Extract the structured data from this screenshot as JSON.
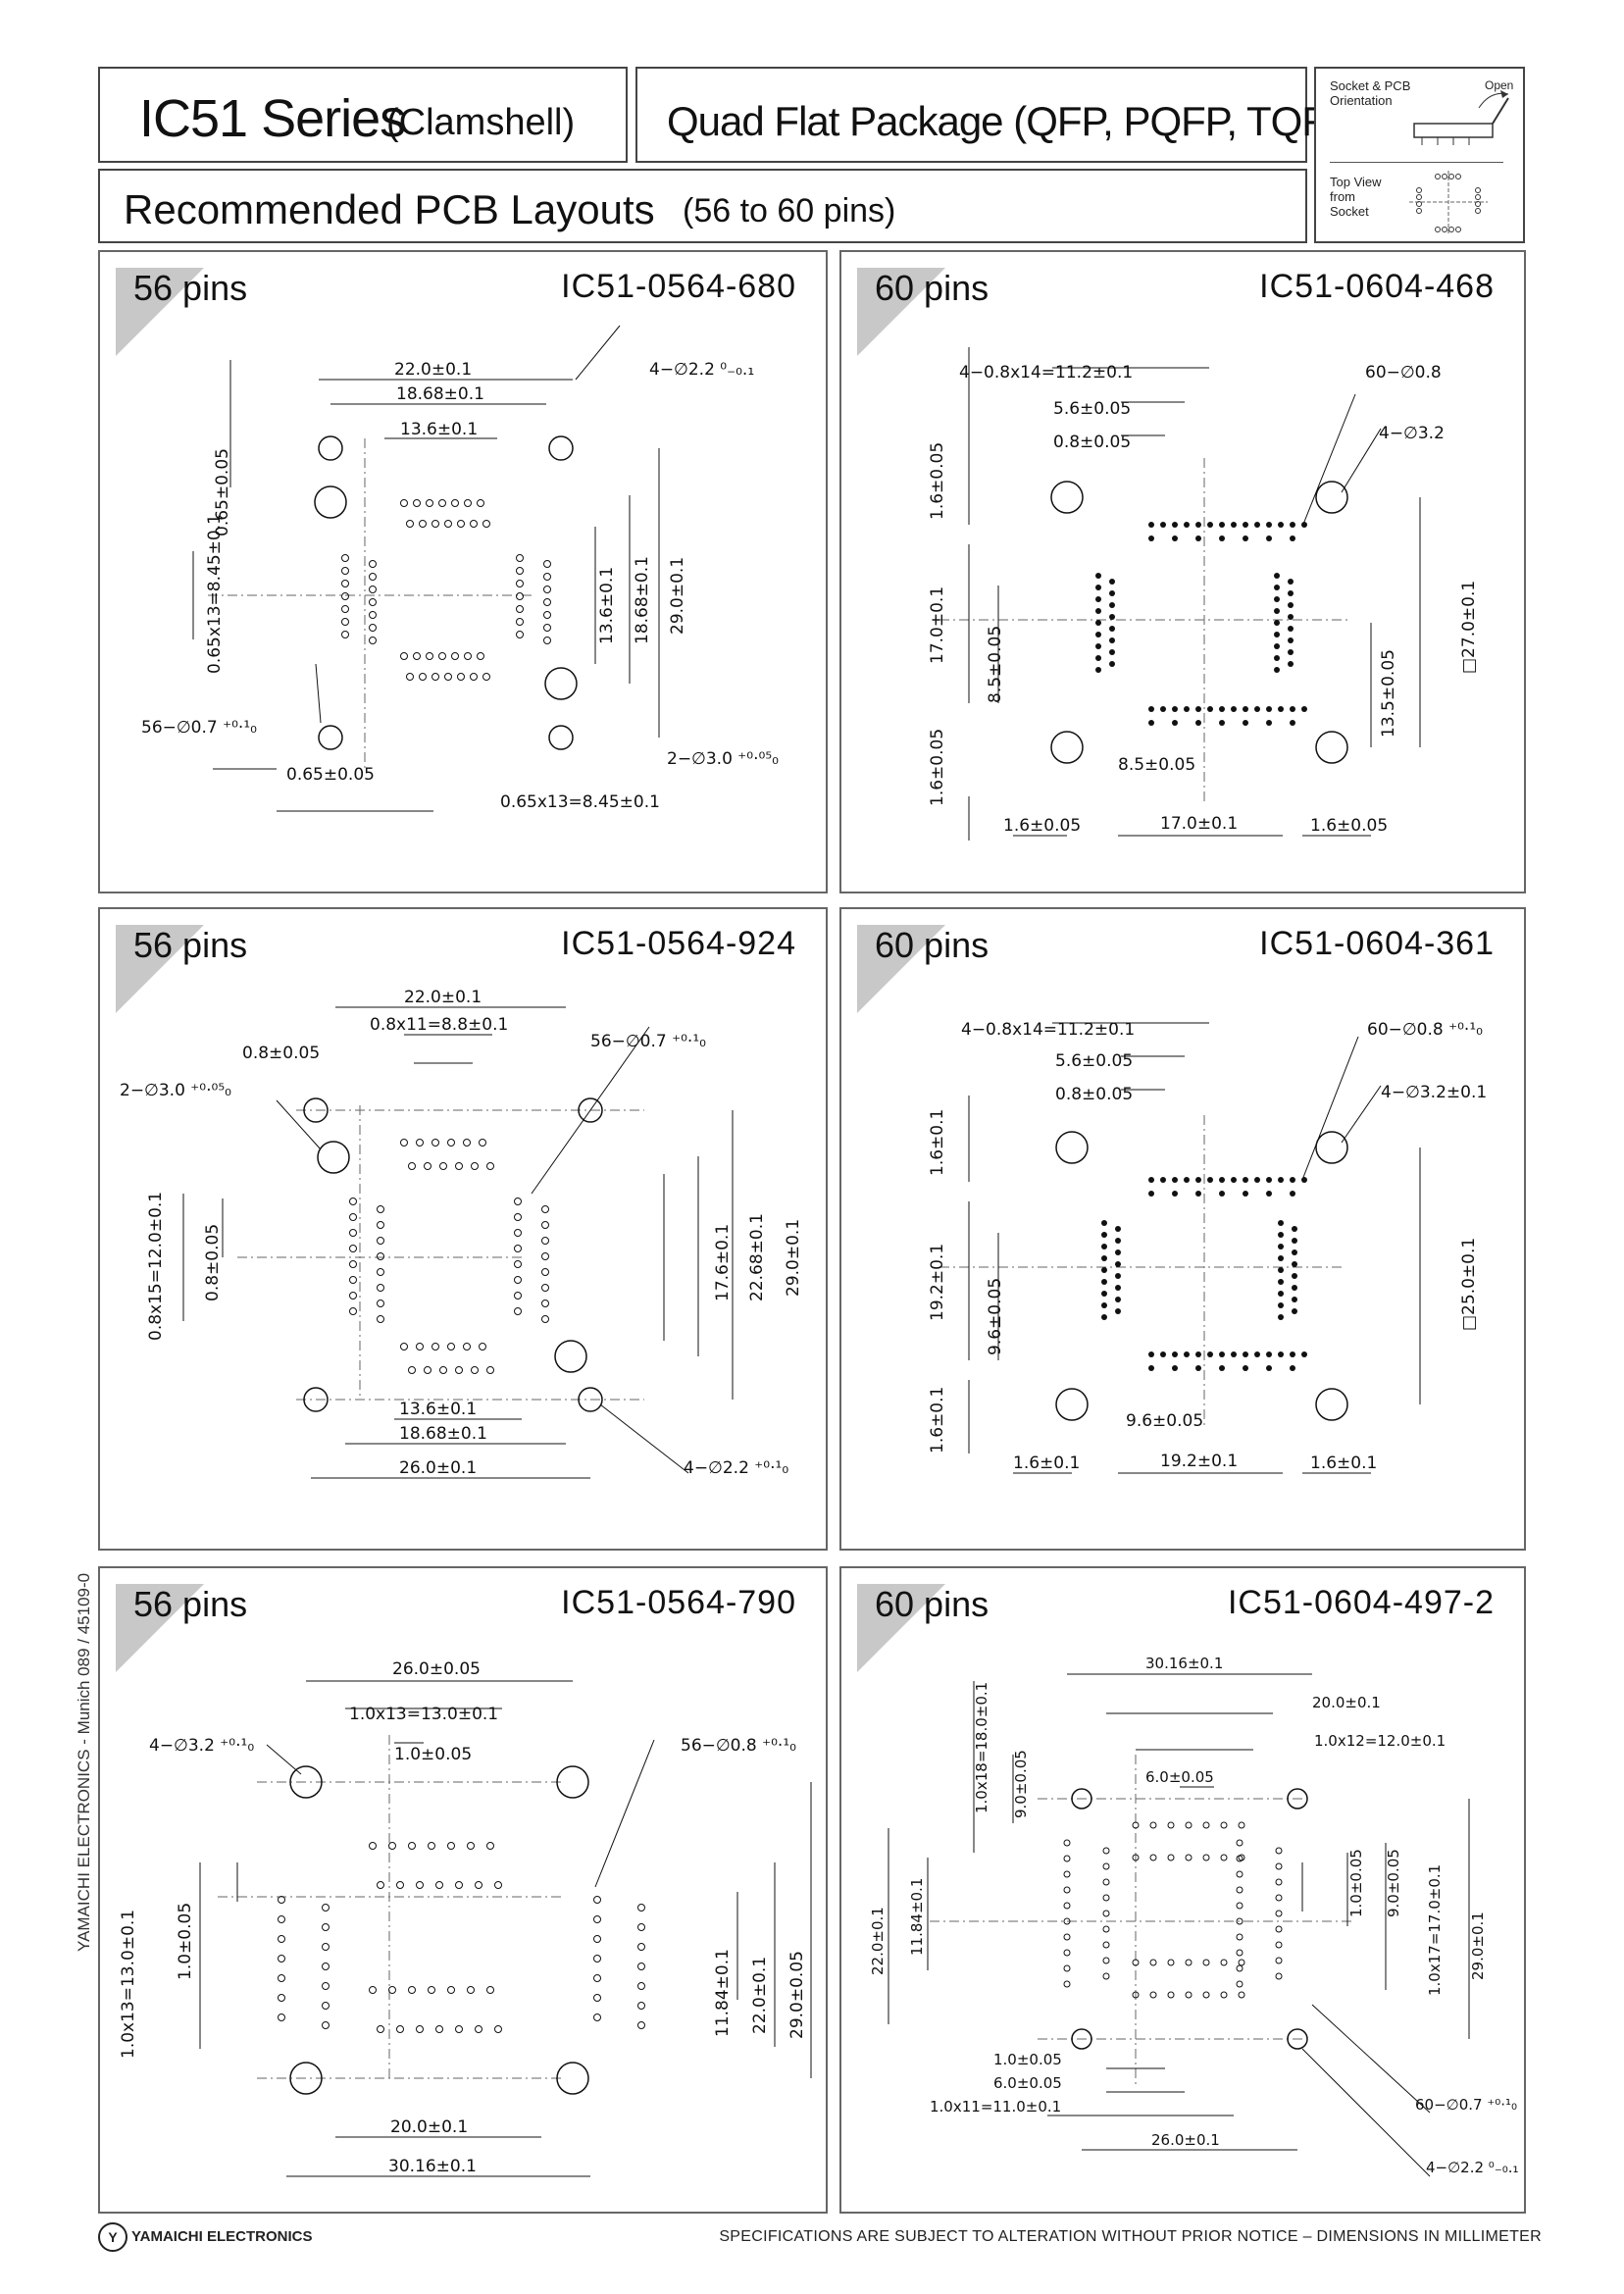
{
  "header": {
    "series_main": "IC51 Series",
    "series_sub": "(Clamshell)",
    "package": "Quad Flat Package (QFP, PQFP, TQFP)",
    "layout_title": "Recommended PCB Layouts",
    "layout_range": "(56 to 60 pins)",
    "orientation": {
      "title_line1": "Socket & PCB",
      "title_line2": "Orientation",
      "open_label": "Open",
      "topview_line1": "Top View",
      "topview_line2": "from",
      "topview_line3": "Socket"
    }
  },
  "panels": [
    {
      "pins": "56 pins",
      "part": "IC51-0564-680",
      "dims": {
        "d1": "22.0±0.1",
        "d2": "18.68±0.1",
        "d3": "13.6±0.1",
        "d4": "4−∅2.2 ⁰₋₀.₁",
        "d5": "0.65±0.05",
        "d6": "0.65x13=8.45±0.1",
        "d7": "13.6±0.1",
        "d8": "18.68±0.1",
        "d9": "29.0±0.1",
        "d10": "56−∅0.7 ⁺⁰·¹₀",
        "d11": "2−∅3.0 ⁺⁰·⁰⁵₀",
        "d12": "0.65±0.05",
        "d13": "0.65x13=8.45±0.1"
      }
    },
    {
      "pins": "60 pins",
      "part": "IC51-0604-468",
      "dims": {
        "d1": "4−0.8x14=11.2±0.1",
        "d2": "60−∅0.8",
        "d3": "5.6±0.05",
        "d4": "0.8±0.05",
        "d5": "4−∅3.2",
        "d6": "1.6±0.05",
        "d7": "17.0±0.1",
        "d8": "8.5±0.05",
        "d9": "□27.0±0.1",
        "d10": "13.5±0.05",
        "d11": "1.6±0.05",
        "d12": "8.5±0.05",
        "d13": "1.6±0.05",
        "d14": "17.0±0.1",
        "d15": "1.6±0.05"
      }
    },
    {
      "pins": "56 pins",
      "part": "IC51-0564-924",
      "dims": {
        "d1": "22.0±0.1",
        "d2": "0.8x11=8.8±0.1",
        "d3": "0.8±0.05",
        "d4": "56−∅0.7 ⁺⁰·¹₀",
        "d5": "2−∅3.0 ⁺⁰·⁰⁵₀",
        "d6": "0.8x15=12.0±0.1",
        "d7": "0.8±0.05",
        "d8": "17.6±0.1",
        "d9": "22.68±0.1",
        "d10": "29.0±0.1",
        "d11": "13.6±0.1",
        "d12": "18.68±0.1",
        "d13": "26.0±0.1",
        "d14": "4−∅2.2 ⁺⁰·¹₀"
      }
    },
    {
      "pins": "60 pins",
      "part": "IC51-0604-361",
      "dims": {
        "d1": "4−0.8x14=11.2±0.1",
        "d2": "60−∅0.8 ⁺⁰·¹₀",
        "d3": "5.6±0.05",
        "d4": "4−∅3.2±0.1",
        "d5": "0.8±0.05",
        "d6": "1.6±0.1",
        "d7": "19.2±0.1",
        "d8": "9.6±0.05",
        "d9": "□25.0±0.1",
        "d10": "1.6±0.1",
        "d11": "9.6±0.05",
        "d12": "1.6±0.1",
        "d13": "19.2±0.1",
        "d14": "1.6±0.1"
      }
    },
    {
      "pins": "56 pins",
      "part": "IC51-0564-790",
      "dims": {
        "d1": "26.0±0.05",
        "d2": "1.0x13=13.0±0.1",
        "d3": "4−∅3.2 ⁺⁰·¹₀",
        "d4": "56−∅0.8 ⁺⁰·¹₀",
        "d5": "1.0±0.05",
        "d6": "1.0x13=13.0±0.1",
        "d7": "1.0±0.05",
        "d8": "11.84±0.1",
        "d9": "22.0±0.1",
        "d10": "29.0±0.05",
        "d11": "20.0±0.1",
        "d12": "30.16±0.1"
      }
    },
    {
      "pins": "60 pins",
      "part": "IC51-0604-497-2",
      "dims": {
        "d1": "30.16±0.1",
        "d2": "20.0±0.1",
        "d3": "1.0x12=12.0±0.1",
        "d4": "1.0x18=18.0±0.1",
        "d5": "9.0±0.05",
        "d6": "6.0±0.05",
        "d7": "22.0±0.1",
        "d8": "11.84±0.1",
        "d9": "1.0±0.05",
        "d10": "9.0±0.05",
        "d11": "1.0x17=17.0±0.1",
        "d12": "29.0±0.1",
        "d13": "1.0±0.05",
        "d14": "6.0±0.05",
        "d15": "1.0x11=11.0±0.1",
        "d16": "60−∅0.7 ⁺⁰·¹₀",
        "d17": "26.0±0.1",
        "d18": "4−∅2.2 ⁰₋₀.₁"
      }
    }
  ],
  "sidebar_text": "YAMAICHI ELECTRONICS  -  Munich 089 / 45109-0",
  "footer": {
    "logo_text": "YAMAICHI ELECTRONICS",
    "note": "SPECIFICATIONS ARE SUBJECT TO ALTERATION WITHOUT PRIOR NOTICE  –  DIMENSIONS IN MILLIMETER"
  }
}
